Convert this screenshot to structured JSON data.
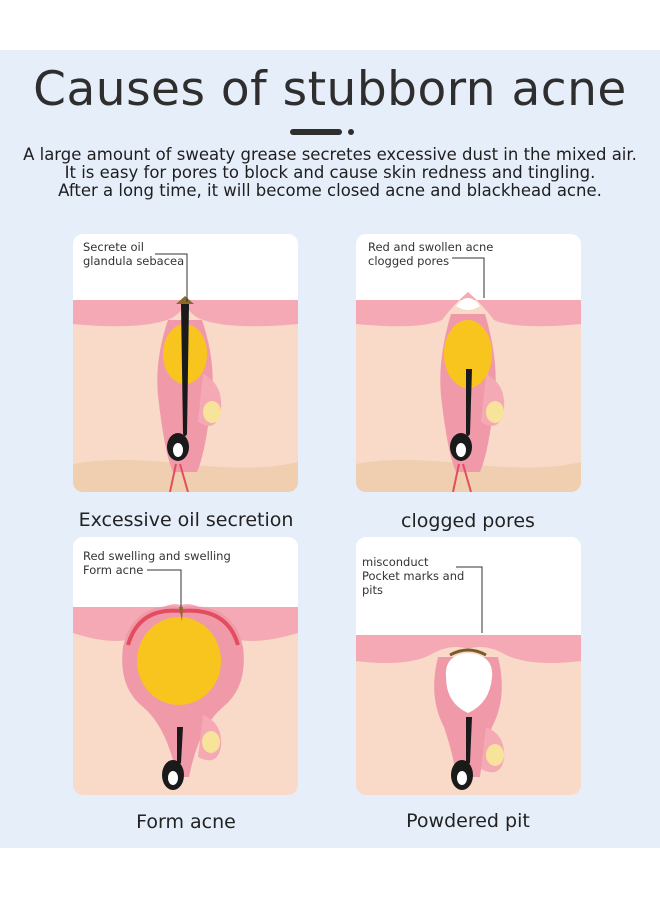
{
  "title": "Causes of stubborn acne",
  "intro": [
    "A large amount of sweaty grease secretes excessive dust in the mixed air.",
    "It is easy for pores to block and cause skin redness and tingling.",
    "After a long time, it will become closed acne and blackhead acne."
  ],
  "cards": [
    {
      "notes": [
        "Secrete oil",
        "glandula sebacea"
      ],
      "caption": "Excessive oil secretion"
    },
    {
      "notes": [
        "Red and swollen acne",
        "clogged pores"
      ],
      "caption": "clogged pores"
    },
    {
      "notes": [
        "Red swelling and swelling",
        "Form acne"
      ],
      "caption": "Form acne"
    },
    {
      "notes": [
        "misconduct",
        "Pocket marks and",
        "pits"
      ],
      "caption": "Powdered pit"
    }
  ],
  "colors": {
    "panel_bg": "#e6eefa",
    "skin_pink": "#f4a9b4",
    "skin_deep": "#e9d0bf",
    "follicle": "#f09aa9",
    "oil": "#f7c51e",
    "inflamed": "#e34d5f",
    "hair": "#1a1a1a"
  },
  "icons": [
    "divider-bar-icon",
    "divider-dot-icon"
  ]
}
